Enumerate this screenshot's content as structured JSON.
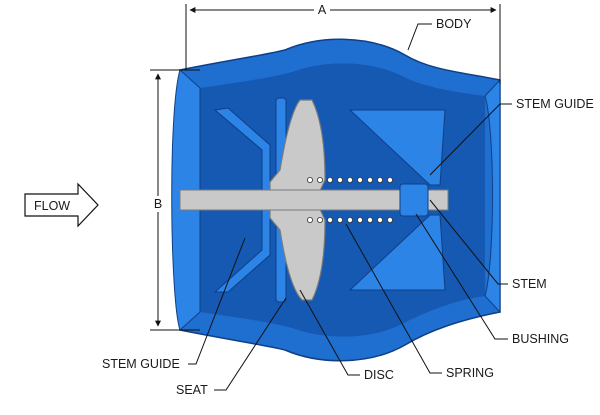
{
  "colors": {
    "body_outer": "#1f6fd1",
    "body_mid": "#2b84e6",
    "body_inner": "#1559b3",
    "metal": "#c9c9c9",
    "metal_dark": "#9a9a9a",
    "line": "#111111"
  },
  "dimensions": {
    "a": "A",
    "b": "B"
  },
  "labels": {
    "body": "BODY",
    "stem_guide_right": "STEM GUIDE",
    "stem": "STEM",
    "bushing": "BUSHING",
    "spring": "SPRING",
    "disc": "DISC",
    "seat": "SEAT",
    "stem_guide_left": "STEM GUIDE",
    "flow": "FLOW"
  }
}
